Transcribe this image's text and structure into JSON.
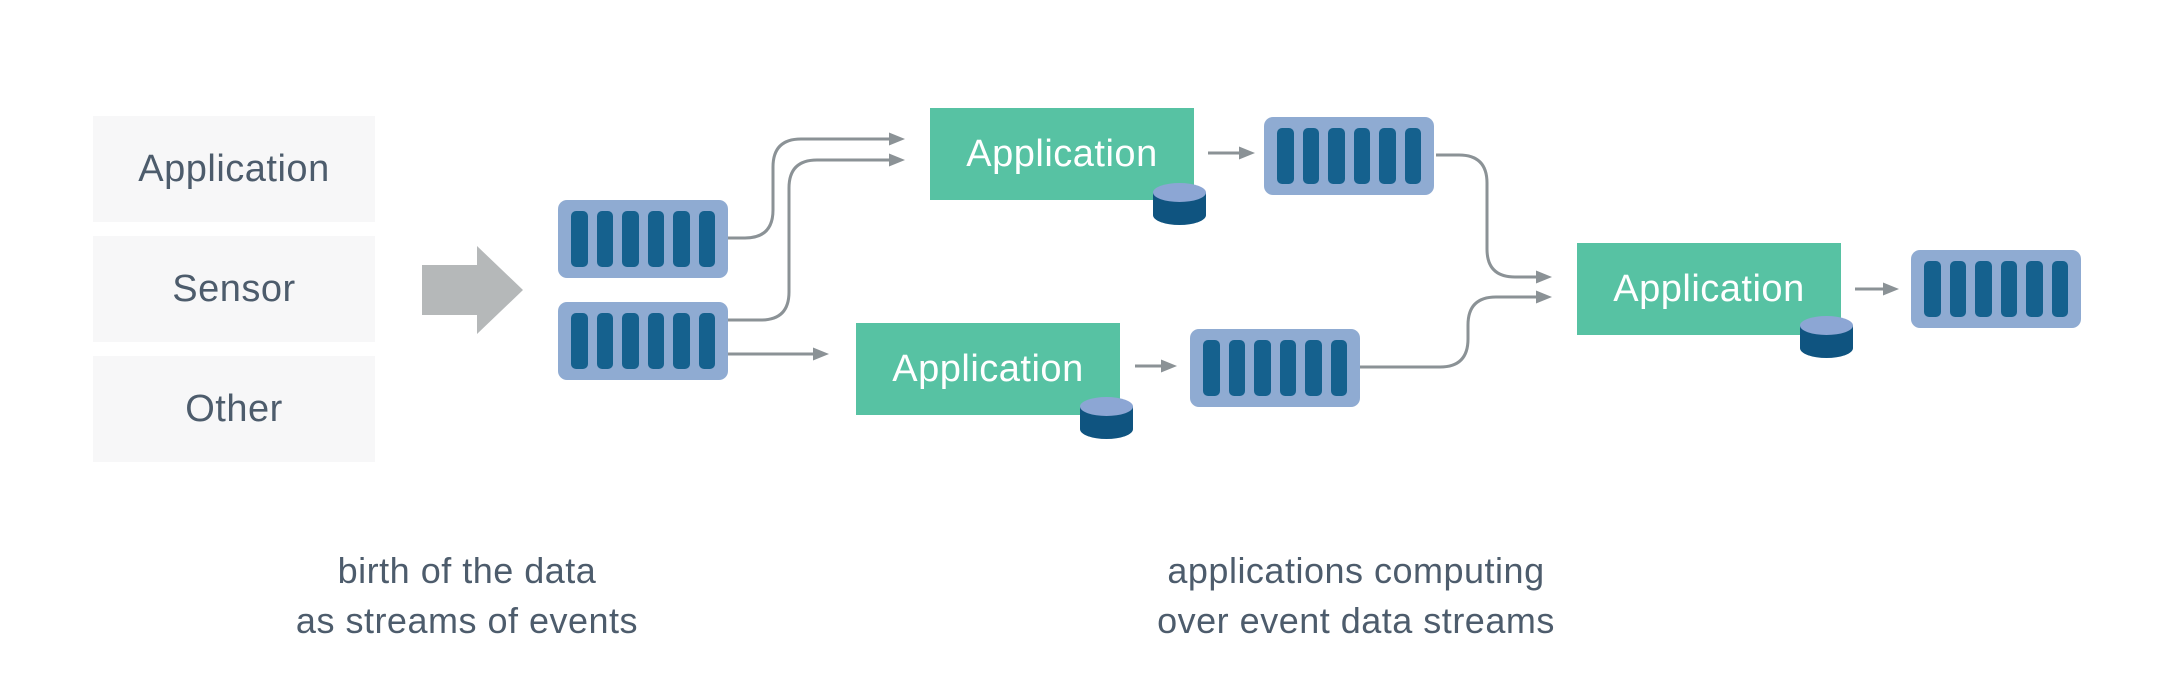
{
  "sources": [
    {
      "label": "Application"
    },
    {
      "label": "Sensor"
    },
    {
      "label": "Other"
    }
  ],
  "apps": [
    {
      "label": "Application"
    },
    {
      "label": "Application"
    },
    {
      "label": "Application"
    }
  ],
  "captions": {
    "left_line1": "birth of the data",
    "left_line2": "as streams of events",
    "right_line1": "applications computing",
    "right_line2": "over event data streams"
  },
  "streams": {
    "bar_count": 6
  },
  "icons": {
    "stream": "event-stream-icon",
    "database": "database-cylinder-icon",
    "flow_arrow": "flow-arrow-icon"
  },
  "colors": {
    "green": "#57c2a3",
    "stream_bg": "#8fabd2",
    "stream_bar": "#15618e",
    "cylinder_body": "#0f5480",
    "cylinder_top": "#8ca6d4",
    "block_arrow": "#b5b8b9",
    "connector": "#8b9296",
    "source_box_bg": "#f7f7f8",
    "text_dark": "#4d5c6c",
    "app_text": "#ffffff"
  }
}
